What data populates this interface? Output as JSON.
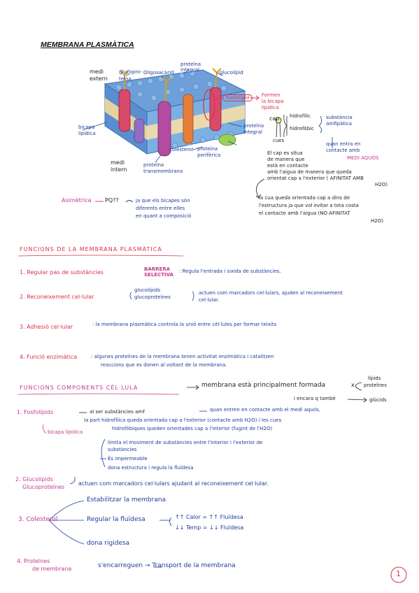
{
  "title": "MEMBRANA PLASMÀTICA",
  "diagram_labels": {
    "medi_extern_1": "medi",
    "medi_extern_2": "extern",
    "glucoproteina_1": "glucopro-",
    "glucoproteina_2": "teïna",
    "oligosacarid": "Oligosacàrid",
    "proteina_integral_1": "proteïna",
    "proteina_integral_2": "integral",
    "glucolipid": "glucolípid",
    "fosfolipid": "Fosfolípid",
    "formen_1": "Formen",
    "formen_2": "la bicapa",
    "formen_3": "lipídica",
    "bicapa_1": "bicapa",
    "bicapa_2": "lipídica",
    "proteina_integral_b_1": "proteïna",
    "proteina_integral_b_2": "integral",
    "colesterol": "colesterol",
    "proteina_periferica_1": "proteïna",
    "proteina_periferica_2": "perifèrica",
    "medi_intern_1": "medi",
    "medi_intern_2": "intern",
    "proteina_trans_1": "proteïna",
    "proteina_trans_2": "transmembrana",
    "cap": "cap",
    "hidrofilic": "hidrofílic",
    "hidrofobic": "hidrofòbic",
    "cues": "cues",
    "substancia_1": "substància",
    "substancia_2": "amfipàtica",
    "quan_entra_1": "quan entra en",
    "quan_entra_2": "contacte amb",
    "medi_aquos": "MEDI AQUÓS",
    "cap_situa_1": "El cap es situa",
    "cap_situa_2": "de manera que",
    "cap_situa_3": "està en contacte",
    "cap_situa_4": "amb l'aigua de manera que queda",
    "cap_situa_5": "orientat cap a l'exterior ( AFINITAT AMB",
    "cap_situa_6": "H2O)",
    "cua_1": "la cua queda orientada cap a dins de",
    "cua_2": "l'estructura ja que vol evitar a tota costa",
    "cua_3": "el contacte amb l'aigua (NO AFINITAT",
    "cua_4": "H2O)",
    "asimetrica": "Asimètrica",
    "pq": "PQ??",
    "ja_que_1": "ja que els bicapes són",
    "ja_que_2": "diferents entre elles",
    "ja_que_3": "en quant a composició"
  },
  "funcions": {
    "heading": "FUNCIONS DE LA MEMBRANA PLASMÀTICA",
    "f1_label": "1. Regular pas de substàncies",
    "f1_barrera_1": "BARRERA",
    "f1_barrera_2": "SELECTIVA",
    "f1_text": ": Regula l'entrada i sixida de substàncies.",
    "f2_label": "2. Reconeixement cel·lular",
    "f2_glucolipids": "glucolípids",
    "f2_glucoproteines": "glucoproteïnes",
    "f2_text_1": "actuen com marcadors cel·lulars, ajuden al reconeixement",
    "f2_text_2": "cel·lular.",
    "f3_label": "3. Adhesió cel·lular",
    "f3_text": ": la membrana plasmàtica controla la unió entre cèl·lules per formar teixits",
    "f4_label": "4. Funció enzimàtica",
    "f4_text_1": ": algunes proteïnes de la membrana tenen activitat enzimàtica i catalitzen",
    "f4_text_2": "reaccions que es donen al voltant de la membrana."
  },
  "components": {
    "heading": "FUNCIONS COMPONENTS CÈL·LULA",
    "membrana_text": "membrana està principalment formada",
    "x_sign": "x",
    "lipids": "lípids",
    "proteines": "proteïnes",
    "encara": "i encara q també",
    "glucids": "glúcids",
    "c1_label": "1. Fosfolípids",
    "c1_text_1": "al ser substàncies amf",
    "c1_text_2": "quan entren en contacte amb el medi aquós,",
    "c1_text_3": "la part hidrofílica queda orientada cap a l'exterior (contacte amb H2O) i les cues",
    "c1_text_4": "hidrofòbiques queden orientades cap a l'interior (fugint de l'H2O)",
    "c1_bicapa": "bicapa lipídica",
    "c1_b1_1": "limita el moviment de substàncies entre l'interior i l'exterior de",
    "c1_b1_2": "substàncies",
    "c1_b2": "És impermeable",
    "c1_b3": "dona estructura i regula la fluïdesa",
    "c2_label_1": "2. Glucolípids",
    "c2_label_2": "Glucoproteïnes",
    "c2_text": "actuen com marcadors cel·lulars ajudant al reconeixement cel·lular.",
    "c3_label": "3. Colesterol",
    "c3_b1": "Estabilitzar la membrana",
    "c3_b2": "Regular la fluïdesa",
    "c3_calor": "↑↑ Calor  =  ↑↑ Fluïdesa",
    "c3_temp": "↓↓ Temp  =  ↓↓ Fluïdesa",
    "c3_b3": "dona rigidesa",
    "c4_label_1": "4. Proteïnes",
    "c4_label_2": "de membrana",
    "c4_text": "s'encarreguen → Transport de la membrana"
  },
  "page_number": "1",
  "colors": {
    "blue_ink": "#1f3b9a",
    "red_ink": "#d9304a",
    "pink_ink": "#c2398d"
  }
}
